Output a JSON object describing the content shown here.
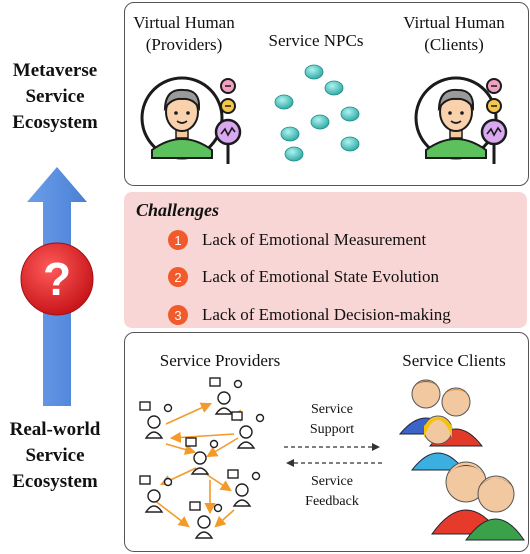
{
  "left_labels": {
    "top": [
      "Metaverse",
      "Service",
      "Ecosystem"
    ],
    "bottom": [
      "Real-world",
      "Service",
      "Ecosystem"
    ]
  },
  "question_mark": "?",
  "metaverse_panel": {
    "providers": [
      "Virtual Human",
      "(Providers)"
    ],
    "npcs": "Service NPCs",
    "clients": [
      "Virtual Human",
      "(Clients)"
    ]
  },
  "challenges": {
    "title": "Challenges",
    "items": [
      {
        "num": "1",
        "text": "Lack of Emotional Measurement"
      },
      {
        "num": "2",
        "text": "Lack of Emotional State Evolution"
      },
      {
        "num": "3",
        "text": "Lack of Emotional Decision-making"
      }
    ]
  },
  "realworld_panel": {
    "providers": "Service Providers",
    "clients": "Service Clients",
    "support": [
      "Service",
      "Support"
    ],
    "feedback": [
      "Service",
      "Feedback"
    ]
  },
  "colors": {
    "arrow_blue": "#5b8fe0",
    "challenge_bg": "#f9d6d6",
    "number_badge": "#f15a2b",
    "network_arrow": "#f39a2a",
    "question_red": "#e8262a"
  }
}
